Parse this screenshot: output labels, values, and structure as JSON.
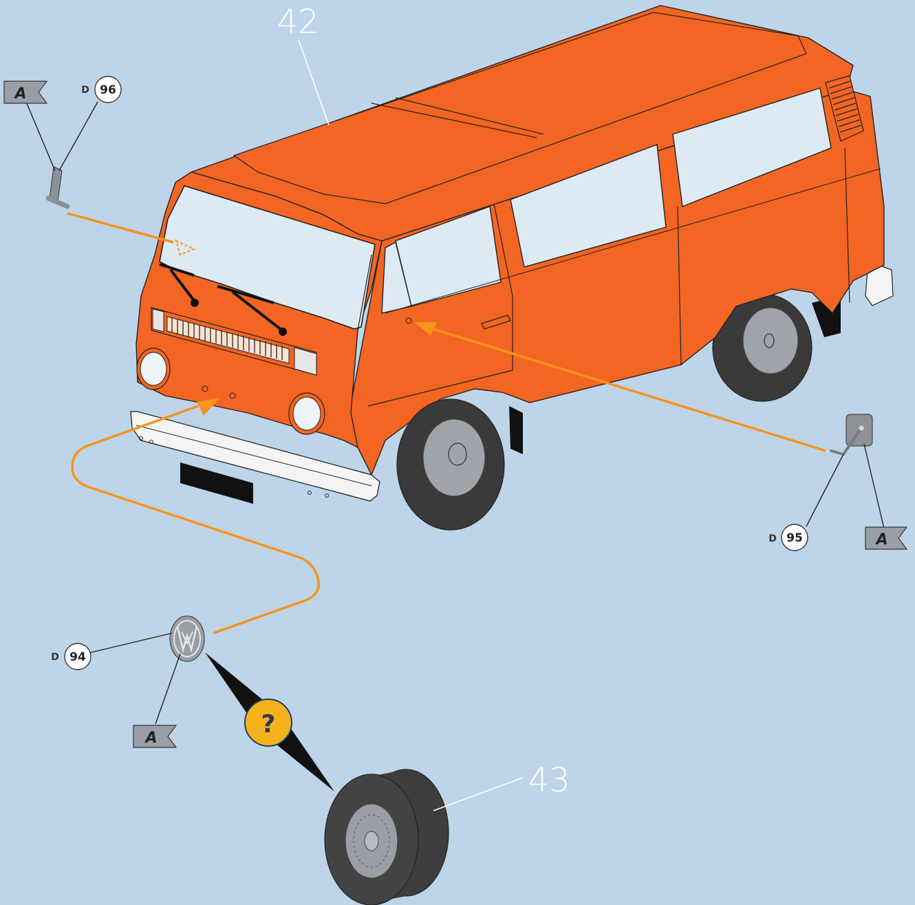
{
  "callouts": {
    "body": "42",
    "wheel": "43"
  },
  "parts": [
    {
      "prefix": "D",
      "number": "96",
      "paint_flag": "A",
      "name": "wiper arm"
    },
    {
      "prefix": "D",
      "number": "95",
      "paint_flag": "A",
      "name": "side mirror"
    },
    {
      "prefix": "D",
      "number": "94",
      "paint_flag": "A",
      "name": "front emblem"
    }
  ],
  "hint_symbol": "?",
  "colors": {
    "background": "#bed4e8",
    "body_orange": "#f26522",
    "glass": "#dde9f3",
    "guide_line": "#f7941d",
    "tire": "#3d3d3d",
    "hubcap": "#9a9ea6",
    "hint_badge": "#f5b21b"
  },
  "icons": [
    "paint-flag-icon",
    "question-hint-icon",
    "vw-emblem-icon",
    "arrowhead-icon"
  ]
}
